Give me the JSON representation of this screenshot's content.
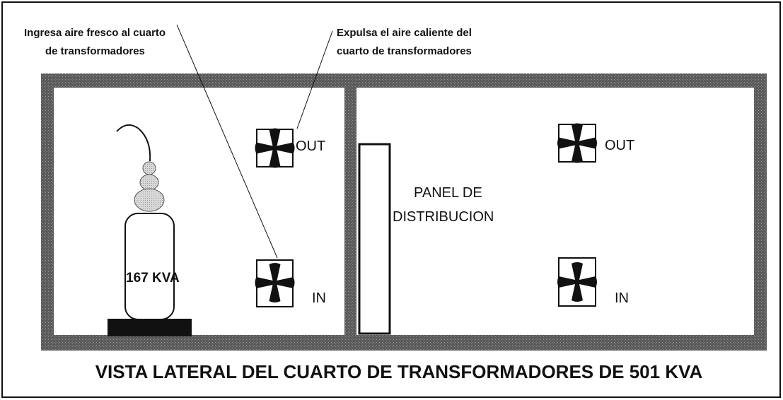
{
  "annotations": {
    "intake_line1": "Ingresa aire fresco al cuarto",
    "intake_line2": "de transformadores",
    "exhaust_line1": "Expulsa el aire caliente del",
    "exhaust_line2": "cuarto de transformadores"
  },
  "transformer": {
    "label": "167 KVA"
  },
  "panel": {
    "line1": "PANEL DE",
    "line2": "DISTRIBUCION"
  },
  "fans": {
    "left_out": "OUT",
    "left_in": "IN",
    "right_out": "OUT",
    "right_in": "IN"
  },
  "title": "VISTA LATERAL DEL CUARTO DE TRANSFORMADORES DE 501 KVA",
  "colors": {
    "wall": "#555555",
    "ink": "#111111",
    "paper": "#ffffff"
  }
}
